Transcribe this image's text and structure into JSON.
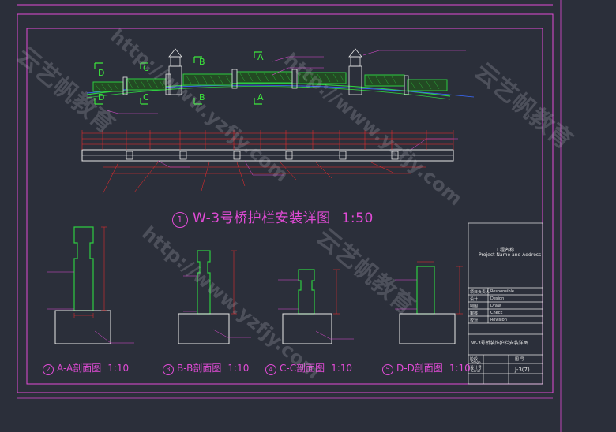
{
  "main_title": "W-3号桥护栏安装详图",
  "main_scale": "1:50",
  "main_index": "1",
  "sections": [
    {
      "index": "2",
      "label": "A-A剖面图",
      "scale": "1:10"
    },
    {
      "index": "3",
      "label": "B-B剖面图",
      "scale": "1:10"
    },
    {
      "index": "4",
      "label": "C-C剖面图",
      "scale": "1:10"
    },
    {
      "index": "5",
      "label": "D-D剖面图",
      "scale": "1:10"
    }
  ],
  "section_markers": [
    "A",
    "B",
    "C",
    "D"
  ],
  "title_block": {
    "project_label_cn": "工程名称",
    "project_label_en": "Project Name and Address",
    "rows": [
      {
        "cn": "项目负责人",
        "en": "Responsible"
      },
      {
        "cn": "设计",
        "en": "Design"
      },
      {
        "cn": "制图",
        "en": "Draw"
      },
      {
        "cn": "审核",
        "en": "Check"
      },
      {
        "cn": "校对",
        "en": "Revision"
      }
    ],
    "drawing_name": "W-3号桥装饰护栏安装详图",
    "phase_label": "阶段",
    "phase_en": "Stage",
    "drawing_no_label": "图 号",
    "drawing_no": "J-3(7)",
    "design_no_label": "设计号",
    "design_no_en": "Serial"
  },
  "watermarks": [
    "云艺帆教育",
    "http://www.yzfjy.com"
  ],
  "colors": {
    "background": "#2b2f3a",
    "border": "#e14bd6",
    "railing": "#2ecc40",
    "dimension": "#ff2a2a",
    "text": "#e8e8e8",
    "marker": "#3ce63c"
  }
}
